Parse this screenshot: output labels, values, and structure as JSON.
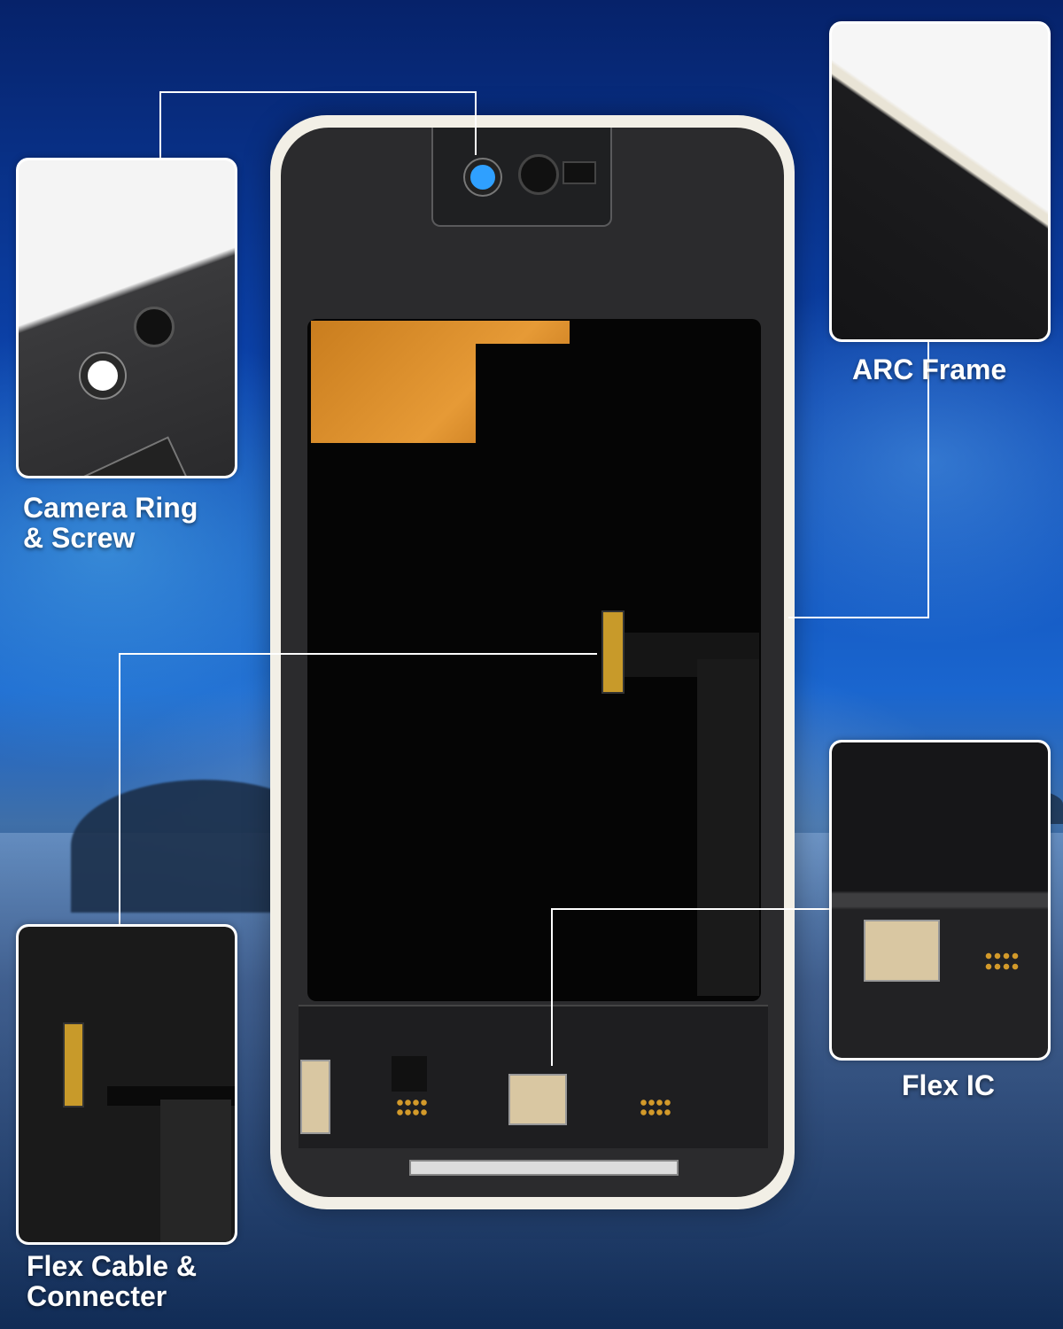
{
  "labels": {
    "camera_ring_line1": "Camera Ring",
    "camera_ring_line2": "& Screw",
    "arc_frame": "ARC Frame",
    "flex_cable_line1": "Flex Cable &",
    "flex_cable_line2": "Connecter",
    "flex_ic": "Flex IC"
  },
  "colors": {
    "background": "#0c45b0",
    "callout_line": "#ffffff",
    "copper_tape": "#e69a36",
    "camera_lens_accent": "#2fa0ff"
  },
  "icons": [
    "camera-lens-icon"
  ]
}
